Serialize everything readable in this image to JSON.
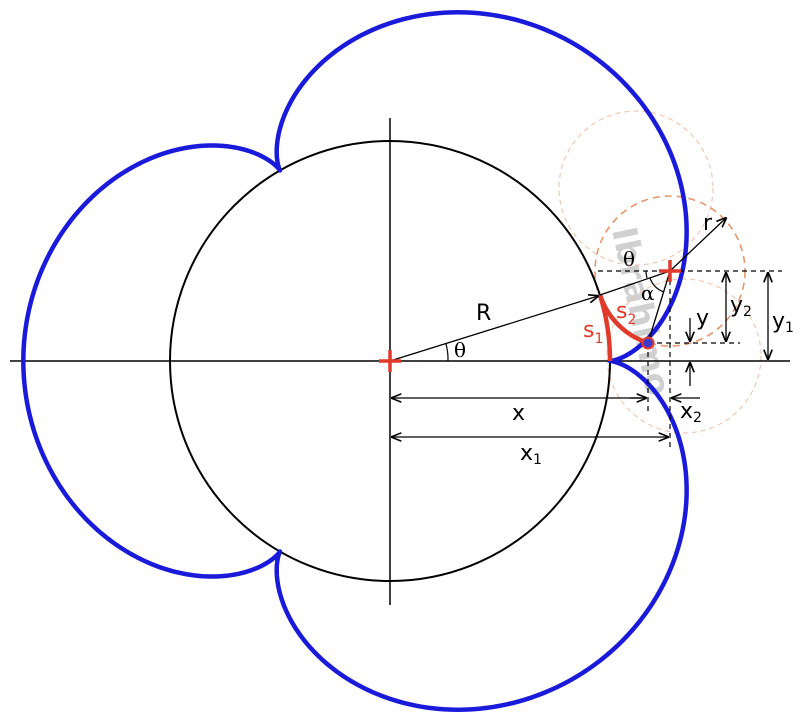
{
  "labels": {
    "R": "R",
    "theta": "θ",
    "theta_small": "θ",
    "alpha": "α",
    "r": "r",
    "s1_base": "s",
    "s1_sub": "1",
    "s2_base": "s",
    "s2_sub": "2",
    "x": "x",
    "x1_base": "x",
    "x1_sub": "1",
    "x2_base": "x",
    "x2_sub": "2",
    "y": "y",
    "y1_base": "y",
    "y1_sub": "1",
    "y2_base": "y",
    "y2_sub": "2"
  },
  "watermark": "Ibrahimo",
  "colors": {
    "epicycloid": "#1a1adb",
    "arc": "#e03a2a",
    "marker": "#e03a2a",
    "point_fill": "#3a3ad0",
    "dashed_circle": "#e8956a",
    "dashed_circle_faint": "#f0c8b4",
    "watermark": "#d0d0d0"
  }
}
